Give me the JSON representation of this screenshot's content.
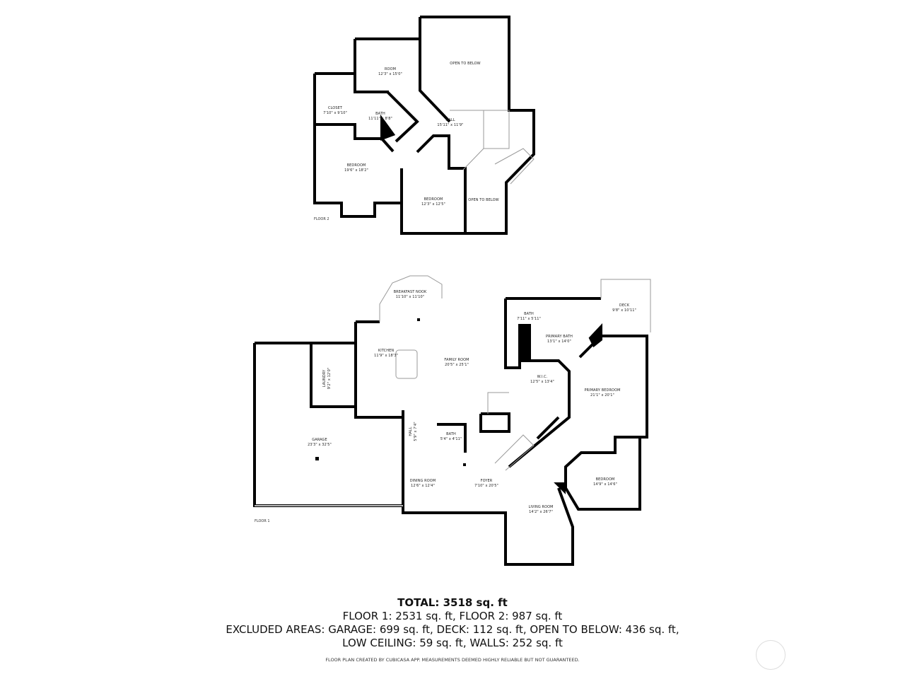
{
  "floor2": {
    "label": "FLOOR 2",
    "rooms": [
      {
        "name": "ROOM",
        "dims": "12'3\" x 15'0\""
      },
      {
        "name": "OPEN TO BELOW",
        "dims": ""
      },
      {
        "name": "CLOSET",
        "dims": "7'10\" x 9'10\""
      },
      {
        "name": "BATH",
        "dims": "11'11\" x 8'8\""
      },
      {
        "name": "HALL",
        "dims": "15'11\" x 11'9\""
      },
      {
        "name": "BEDROOM",
        "dims": "19'6\" x 18'2\""
      },
      {
        "name": "BEDROOM",
        "dims": "12'3\" x 12'5\""
      },
      {
        "name": "OPEN TO BELOW",
        "dims": ""
      }
    ]
  },
  "floor1": {
    "label": "FLOOR 1",
    "rooms": [
      {
        "name": "BREAKFAST NOOK",
        "dims": "11'10\" x 11'10\""
      },
      {
        "name": "KITCHEN",
        "dims": "11'9\" x 18'3\""
      },
      {
        "name": "FAMILY ROOM",
        "dims": "20'5\" x 25'1\""
      },
      {
        "name": "LAUNDRY",
        "dims": "9'2\" x 12'0\""
      },
      {
        "name": "GARAGE",
        "dims": "23'3\" x 32'5\""
      },
      {
        "name": "BATH",
        "dims": "7'11\" x 5'11\""
      },
      {
        "name": "PRIMARY BATH",
        "dims": "13'1\" x 14'0\""
      },
      {
        "name": "DECK",
        "dims": "9'8\" x 10'11\""
      },
      {
        "name": "W.I.C.",
        "dims": "12'5\" x 13'4\""
      },
      {
        "name": "PRIMARY BEDROOM",
        "dims": "21'1\" x 20'1\""
      },
      {
        "name": "HALL",
        "dims": "5'9\" x 7'4\""
      },
      {
        "name": "BATH",
        "dims": "5'4\" x 4'11\""
      },
      {
        "name": "DINING ROOM",
        "dims": "12'6\" x 12'4\""
      },
      {
        "name": "FOYER",
        "dims": "7'10\" x 20'5\""
      },
      {
        "name": "BEDROOM",
        "dims": "14'9\" x 14'6\""
      },
      {
        "name": "LIVING ROOM",
        "dims": "14'2\" x 26'7\""
      }
    ]
  },
  "summary": {
    "total": "TOTAL: 3518 sq. ft",
    "floors": "FLOOR 1: 2531 sq. ft, FLOOR 2: 987 sq. ft",
    "excluded": "EXCLUDED AREAS: GARAGE: 699 sq. ft, DECK: 112 sq. ft, OPEN TO BELOW: 436 sq. ft,",
    "excluded2": "LOW CEILING: 59 sq. ft, WALLS: 252 sq. ft"
  },
  "disclaimer": "FLOOR PLAN CREATED BY CUBICASA APP. MEASUREMENTS DEEMED HIGHLY RELIABLE BUT NOT GUARANTEED.",
  "colors": {
    "wall": "#000000",
    "background": "#ffffff",
    "window": "#bbbbbb"
  }
}
